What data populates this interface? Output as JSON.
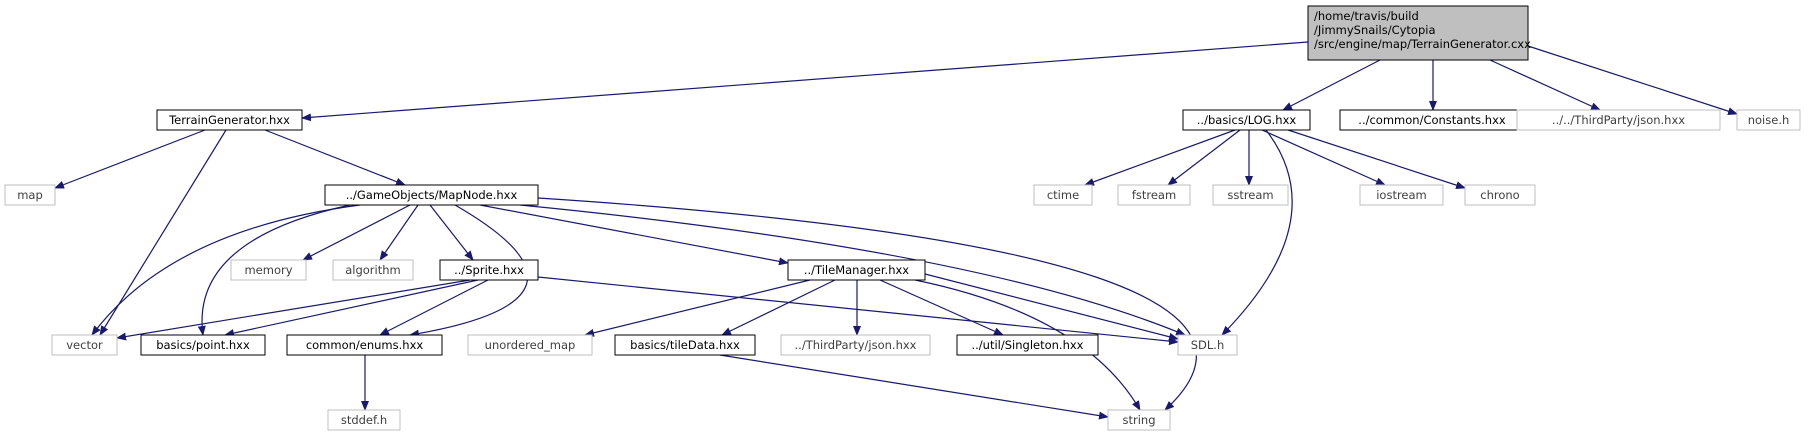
{
  "colors": {
    "edge": "#191970",
    "node_border": "#000000",
    "node_border_external": "#bfbfbf",
    "root_fill": "#bfbfbf",
    "node_fill": "#ffffff",
    "text": "#000000",
    "text_external": "#3f3f3f"
  },
  "nodes": [
    {
      "id": "root",
      "kind": "root",
      "lines": [
        "/home/travis/build",
        "/JimmySnails/Cytopia",
        "/src/engine/map/TerrainGenerator.cxx"
      ]
    },
    {
      "id": "terrain_hxx",
      "kind": "file",
      "lines": [
        "TerrainGenerator.hxx"
      ]
    },
    {
      "id": "log_hxx",
      "kind": "file",
      "lines": [
        "../basics/LOG.hxx"
      ]
    },
    {
      "id": "constants_hxx",
      "kind": "file",
      "lines": [
        "../common/Constants.hxx"
      ]
    },
    {
      "id": "json_root",
      "kind": "external",
      "lines": [
        "../../ThirdParty/json.hxx"
      ]
    },
    {
      "id": "noise_h",
      "kind": "external",
      "lines": [
        "noise.h"
      ]
    },
    {
      "id": "map",
      "kind": "external",
      "lines": [
        "map"
      ]
    },
    {
      "id": "mapnode_hxx",
      "kind": "file",
      "lines": [
        "../GameObjects/MapNode.hxx"
      ]
    },
    {
      "id": "ctime",
      "kind": "external",
      "lines": [
        "ctime"
      ]
    },
    {
      "id": "fstream",
      "kind": "external",
      "lines": [
        "fstream"
      ]
    },
    {
      "id": "sstream",
      "kind": "external",
      "lines": [
        "sstream"
      ]
    },
    {
      "id": "iostream",
      "kind": "external",
      "lines": [
        "iostream"
      ]
    },
    {
      "id": "chrono",
      "kind": "external",
      "lines": [
        "chrono"
      ]
    },
    {
      "id": "memory",
      "kind": "external",
      "lines": [
        "memory"
      ]
    },
    {
      "id": "algorithm",
      "kind": "external",
      "lines": [
        "algorithm"
      ]
    },
    {
      "id": "sprite_hxx",
      "kind": "file",
      "lines": [
        "../Sprite.hxx"
      ]
    },
    {
      "id": "tilemanager_hxx",
      "kind": "file",
      "lines": [
        "../TileManager.hxx"
      ]
    },
    {
      "id": "vector",
      "kind": "external",
      "lines": [
        "vector"
      ]
    },
    {
      "id": "point_hxx",
      "kind": "file",
      "lines": [
        "basics/point.hxx"
      ]
    },
    {
      "id": "enums_hxx",
      "kind": "file",
      "lines": [
        "common/enums.hxx"
      ]
    },
    {
      "id": "unordered_map",
      "kind": "external",
      "lines": [
        "unordered_map"
      ]
    },
    {
      "id": "tiledata_hxx",
      "kind": "file",
      "lines": [
        "basics/tileData.hxx"
      ]
    },
    {
      "id": "json_tm",
      "kind": "external",
      "lines": [
        "../ThirdParty/json.hxx"
      ]
    },
    {
      "id": "singleton_hxx",
      "kind": "file",
      "lines": [
        "../util/Singleton.hxx"
      ]
    },
    {
      "id": "sdl_h",
      "kind": "external",
      "lines": [
        "SDL.h"
      ]
    },
    {
      "id": "stddef_h",
      "kind": "external",
      "lines": [
        "stddef.h"
      ]
    },
    {
      "id": "string",
      "kind": "external",
      "lines": [
        "string"
      ]
    }
  ],
  "edges": [
    {
      "from": "root",
      "to": "terrain_hxx"
    },
    {
      "from": "root",
      "to": "log_hxx"
    },
    {
      "from": "root",
      "to": "constants_hxx"
    },
    {
      "from": "root",
      "to": "json_root"
    },
    {
      "from": "root",
      "to": "noise_h"
    },
    {
      "from": "terrain_hxx",
      "to": "map"
    },
    {
      "from": "terrain_hxx",
      "to": "mapnode_hxx"
    },
    {
      "from": "terrain_hxx",
      "to": "vector"
    },
    {
      "from": "log_hxx",
      "to": "ctime"
    },
    {
      "from": "log_hxx",
      "to": "fstream"
    },
    {
      "from": "log_hxx",
      "to": "sstream"
    },
    {
      "from": "log_hxx",
      "to": "iostream"
    },
    {
      "from": "log_hxx",
      "to": "chrono"
    },
    {
      "from": "log_hxx",
      "to": "sdl_h"
    },
    {
      "from": "mapnode_hxx",
      "to": "memory"
    },
    {
      "from": "mapnode_hxx",
      "to": "algorithm"
    },
    {
      "from": "mapnode_hxx",
      "to": "sprite_hxx"
    },
    {
      "from": "mapnode_hxx",
      "to": "tilemanager_hxx"
    },
    {
      "from": "mapnode_hxx",
      "to": "vector"
    },
    {
      "from": "mapnode_hxx",
      "to": "point_hxx"
    },
    {
      "from": "mapnode_hxx",
      "to": "enums_hxx"
    },
    {
      "from": "mapnode_hxx",
      "to": "sdl_h"
    },
    {
      "from": "mapnode_hxx",
      "to": "string"
    },
    {
      "from": "sprite_hxx",
      "to": "vector"
    },
    {
      "from": "sprite_hxx",
      "to": "point_hxx"
    },
    {
      "from": "sprite_hxx",
      "to": "enums_hxx"
    },
    {
      "from": "sprite_hxx",
      "to": "sdl_h"
    },
    {
      "from": "tilemanager_hxx",
      "to": "unordered_map"
    },
    {
      "from": "tilemanager_hxx",
      "to": "tiledata_hxx"
    },
    {
      "from": "tilemanager_hxx",
      "to": "json_tm"
    },
    {
      "from": "tilemanager_hxx",
      "to": "singleton_hxx"
    },
    {
      "from": "tilemanager_hxx",
      "to": "sdl_h"
    },
    {
      "from": "tilemanager_hxx",
      "to": "string"
    },
    {
      "from": "enums_hxx",
      "to": "stddef_h"
    },
    {
      "from": "tiledata_hxx",
      "to": "string"
    }
  ]
}
